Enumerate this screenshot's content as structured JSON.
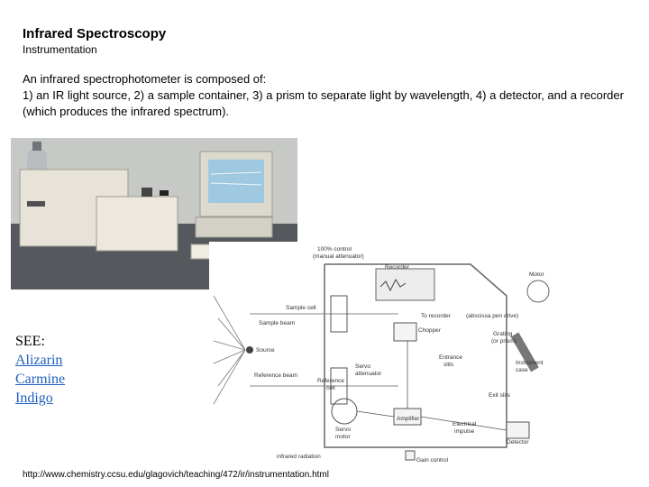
{
  "header": {
    "title": "Infrared Spectroscopy",
    "subtitle": "Instrumentation"
  },
  "body": {
    "intro": "An infrared spectrophotometer is composed of:",
    "description": "1) an IR light source, 2) a sample container, 3) a prism to separate light by wavelength, 4) a detector, and a recorder (which produces the infrared spectrum)."
  },
  "diagram": {
    "labels": {
      "control": "100% control",
      "manual": "(manual attenuator)",
      "recorder": "Recorder",
      "motor": "Motor",
      "sample_cell": "Sample cell",
      "sample_beam": "Sample beam",
      "to_recorder": "To recorder",
      "abscissa": "(abscissa pen drive)",
      "chopper": "Chopper",
      "grating": "Grating",
      "prism": "(or prism)",
      "source": "Source",
      "reference_beam": "Reference beam",
      "entrance": "Entrance",
      "slits": "slits",
      "servo": "Servo",
      "attenuator": "attenuator",
      "reference": "Reference",
      "cell": "cell",
      "instrument": "Instrument",
      "case": "case",
      "exit_slits": "Exit slits",
      "servo2": "Servo",
      "motor2": "motor",
      "amplifier": "Amplifier",
      "electrical": "Electrical",
      "impulse": "impulse",
      "detector": "Detector",
      "infrared_radiation": "infrared radiation",
      "gain_control": "Gain control"
    }
  },
  "see": {
    "label": "SEE:",
    "links": [
      "Alizarin",
      "Carmine",
      "Indigo"
    ]
  },
  "source_url": "http://www.chemistry.ccsu.edu/glagovich/teaching/472/ir/instrumentation.html"
}
